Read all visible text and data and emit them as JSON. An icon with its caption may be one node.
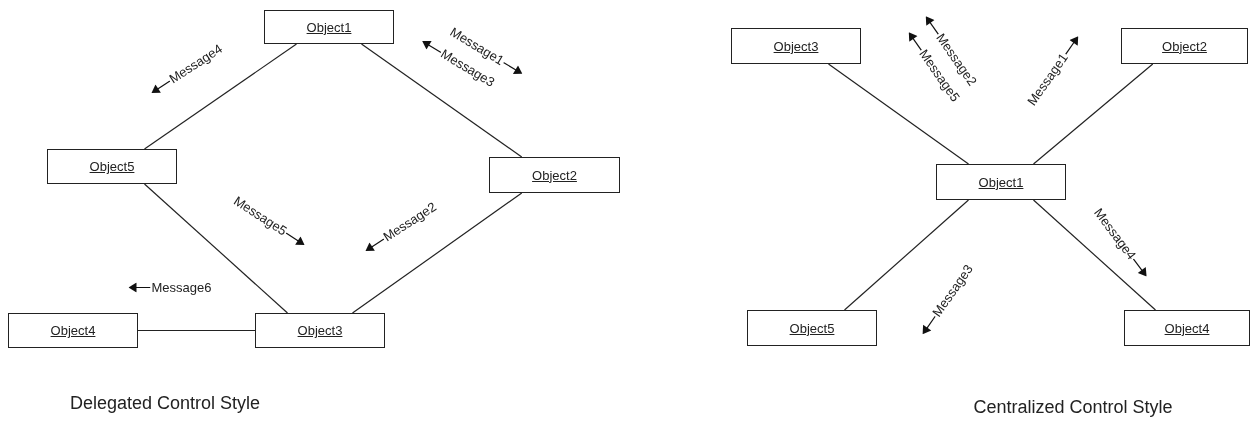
{
  "diagram": {
    "nodes": [
      {
        "text": [
          "Object1"
        ]
      },
      {
        "text": [
          "Object5"
        ]
      },
      {
        "text": [
          "Object2"
        ]
      },
      {
        "text": [
          "Object4"
        ]
      },
      {
        "text": [
          "Object3"
        ]
      },
      {
        "text": [
          "Object3"
        ]
      },
      {
        "text": [
          "Object2"
        ]
      },
      {
        "text": [
          "Object1"
        ]
      },
      {
        "text": [
          "Object5"
        ]
      },
      {
        "text": [
          "Object4"
        ]
      }
    ],
    "edges": [
      {
        "from": 0,
        "to": 1,
        "arrow": "none"
      },
      {
        "from": 0,
        "to": 2,
        "arrow": "none"
      },
      {
        "from": 1,
        "to": 4,
        "arrow": "none"
      },
      {
        "from": 2,
        "to": 4,
        "arrow": "none"
      },
      {
        "from": 3,
        "to": 4,
        "arrow": "none"
      },
      {
        "from": 7,
        "to": 5,
        "arrow": "none"
      },
      {
        "from": 7,
        "to": 6,
        "arrow": "none"
      },
      {
        "from": 7,
        "to": 8,
        "arrow": "none"
      },
      {
        "from": 7,
        "to": 9,
        "arrow": "none"
      }
    ],
    "labels": [
      "Message1",
      "Message4",
      "Message3",
      "Message5",
      "Message2",
      "Message6",
      "Message5",
      "Message2",
      "Message1",
      "Message4",
      "Message3",
      "Delegated Control Style",
      "Centralized Control Style"
    ]
  }
}
